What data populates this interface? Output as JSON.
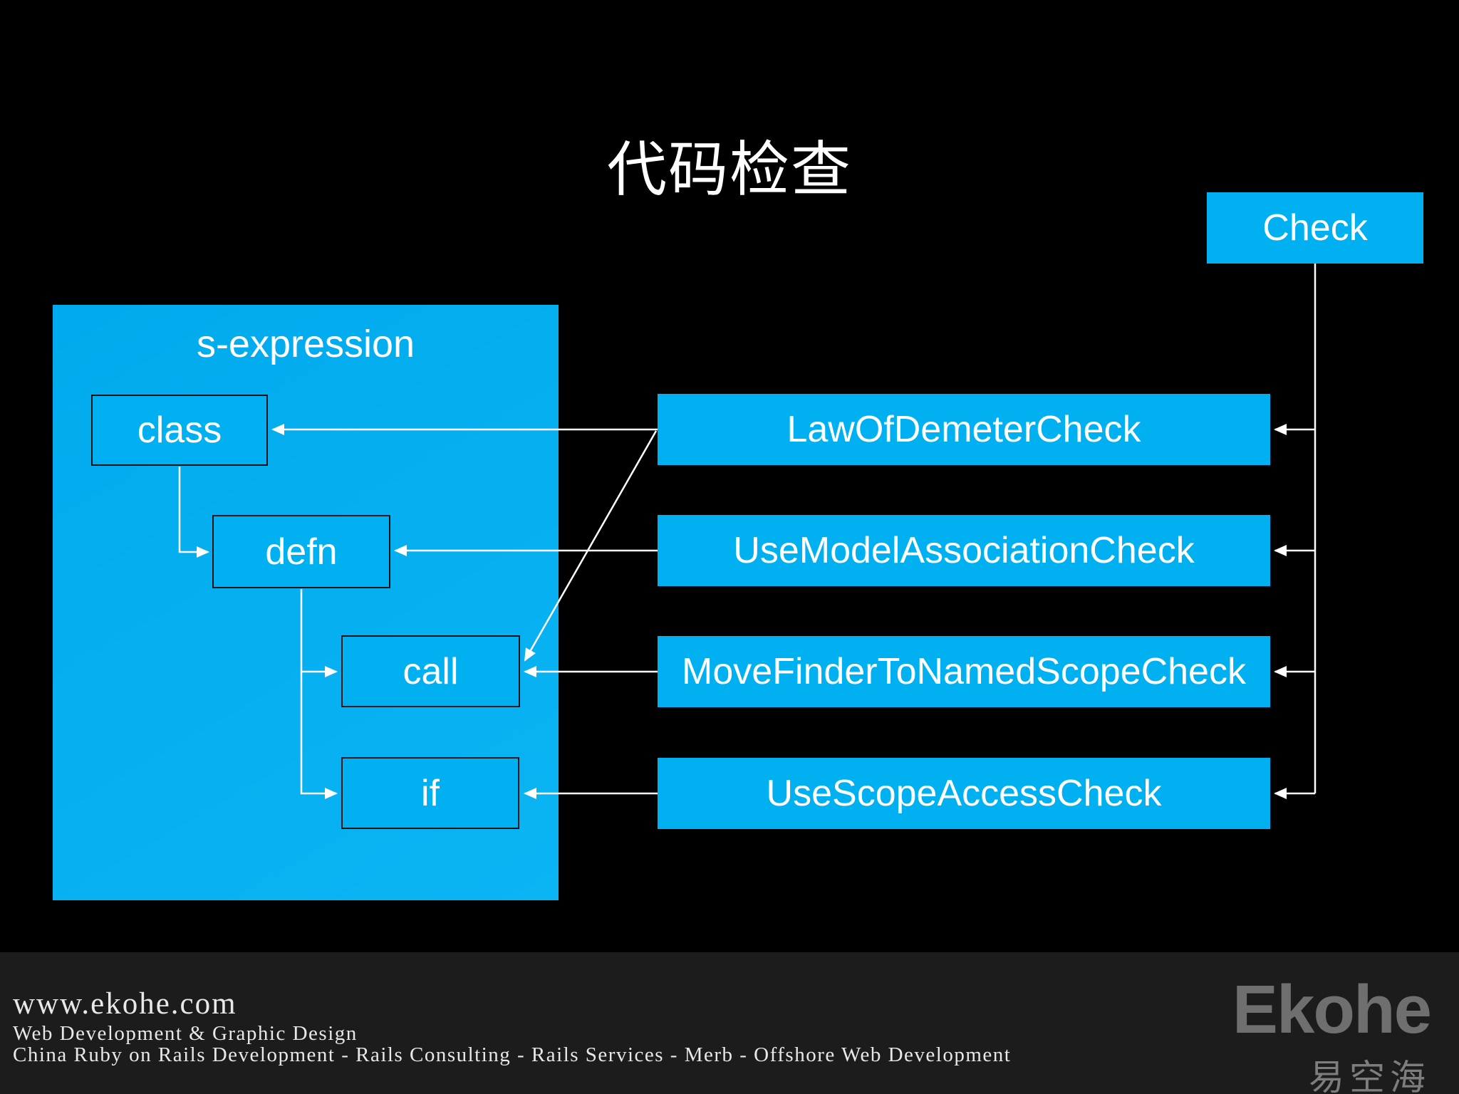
{
  "slide": {
    "title": "代码检查"
  },
  "check_root": {
    "label": "Check"
  },
  "sexpression": {
    "label": "s-expression",
    "nodes": [
      "class",
      "defn",
      "call",
      "if"
    ]
  },
  "checks": [
    "LawOfDemeterCheck",
    "UseModelAssociationCheck",
    "MoveFinderToNamedScopeCheck",
    "UseScopeAccessCheck"
  ],
  "footer": {
    "website": "www.ekohe.com",
    "tagline": "Web Development & Graphic Design",
    "services": "China Ruby on Rails Development - Rails Consulting - Rails Services - Merb - Offshore Web Development",
    "logo_text": "Ekohe",
    "logo_cjk": "易空海"
  },
  "colors": {
    "accent": "#00b0f0",
    "line": "#ffffff",
    "background": "#000000",
    "footer_band": "#1c1c1c",
    "logo_gray": "#6f6f6f"
  }
}
